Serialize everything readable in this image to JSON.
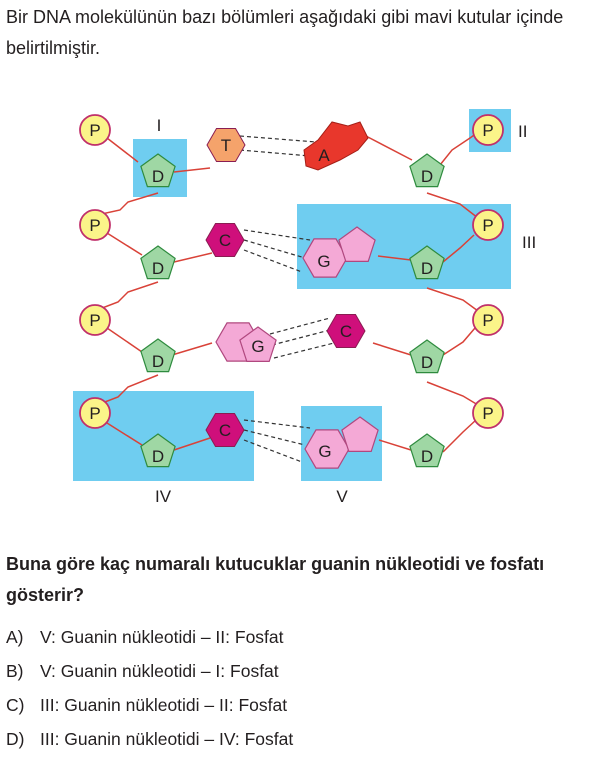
{
  "intro_text": "Bir DNA molekülünün bazı bölümleri aşağıdaki gibi mavi kutular içinde belirtilmiştir.",
  "diagram": {
    "box_labels": {
      "I": "I",
      "II": "II",
      "III": "III",
      "IV": "IV",
      "V": "V"
    },
    "phosphate_label": "P",
    "sugar_label": "D",
    "bases": {
      "A": "A",
      "T": "T",
      "G": "G",
      "C": "C"
    },
    "colors": {
      "box": "#6fcdf0",
      "phosphate": "#fbf489",
      "sugar": "#9fd7a4",
      "thymine": "#f5a36b",
      "adenine": "#e8372c",
      "cytosine": "#cf0f7b",
      "guanine": "#f4a9d6",
      "backbone": "#d94238"
    }
  },
  "question": "Buna göre kaç numaralı kutucuklar guanin nükleotidi ve fosfatı gösterir?",
  "options": [
    {
      "key": "A)",
      "text": "V: Guanin nükleotidi – II: Fosfat"
    },
    {
      "key": "B)",
      "text": "V: Guanin nükleotidi – I: Fosfat"
    },
    {
      "key": "C)",
      "text": "III: Guanin nükleotidi – II: Fosfat"
    },
    {
      "key": "D)",
      "text": "III: Guanin nükleotidi – IV: Fosfat"
    }
  ]
}
